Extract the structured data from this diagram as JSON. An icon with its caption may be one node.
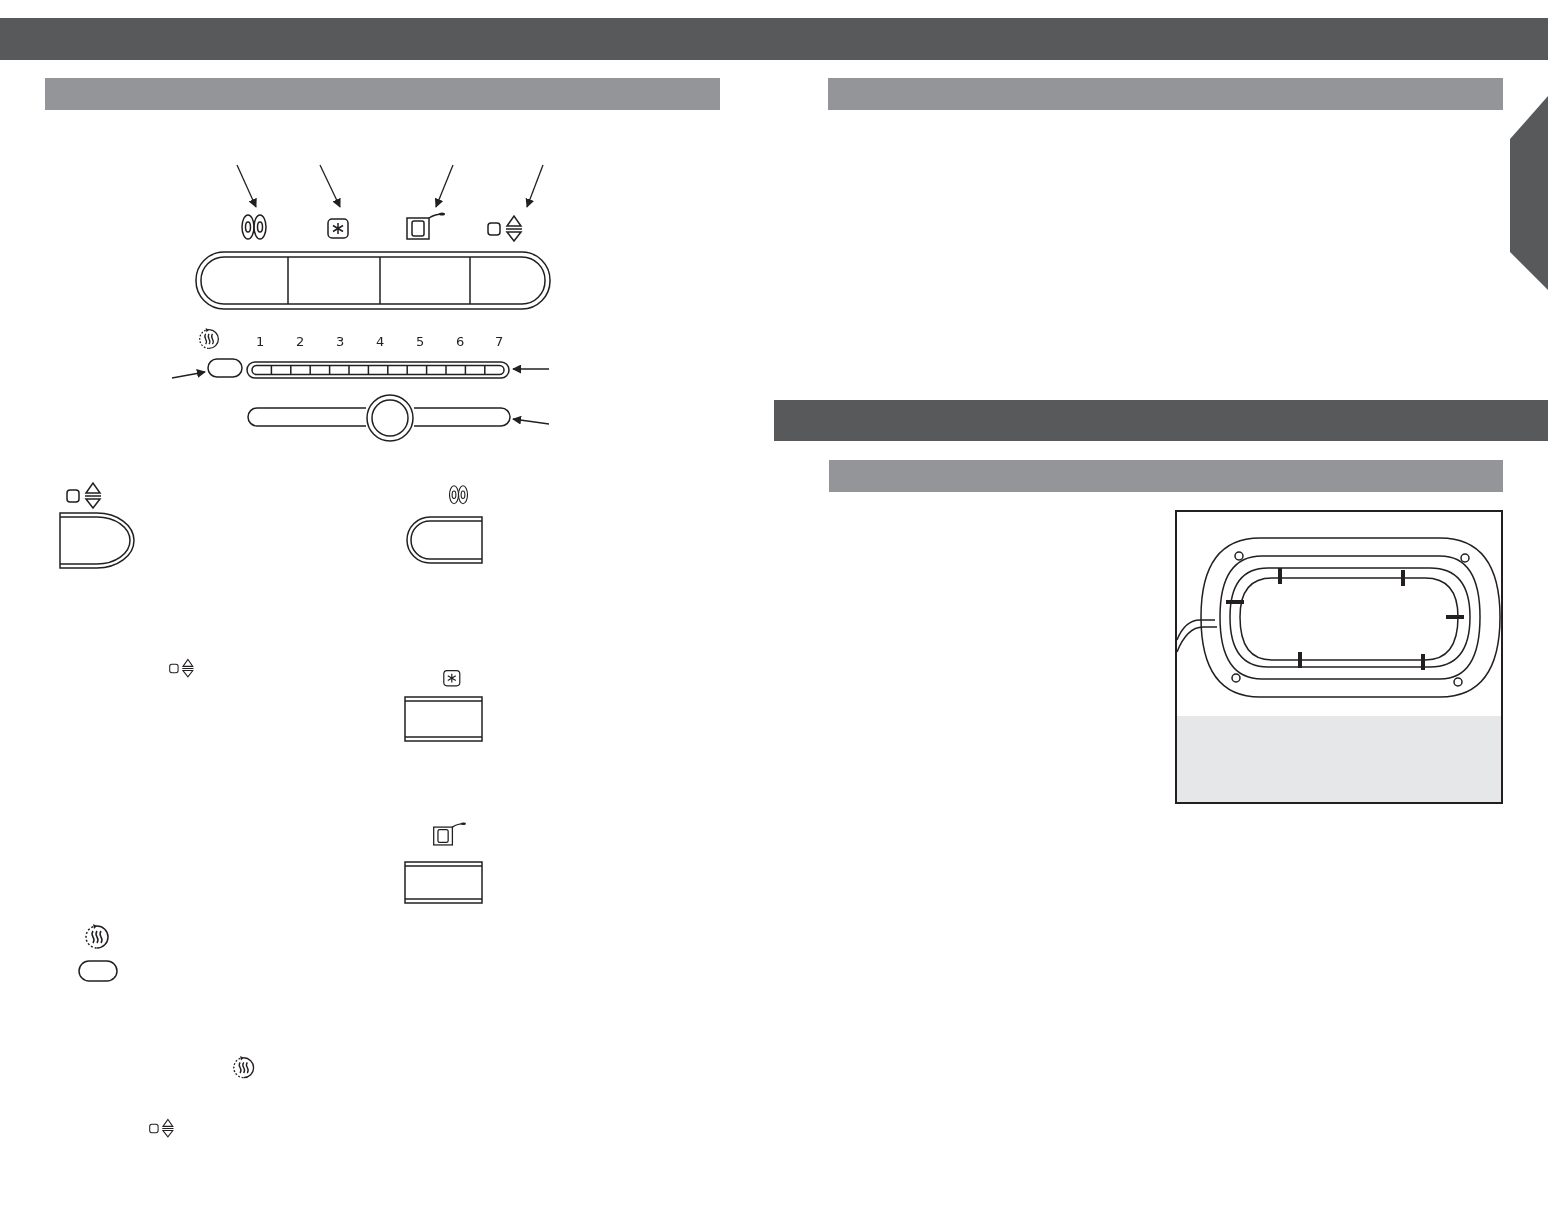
{
  "diagram": {
    "nodes": [
      {
        "text": [],
        "shape": "picture"
      },
      {
        "text": [],
        "shape": "picture"
      },
      {
        "text": [],
        "shape": "picture"
      },
      {
        "text": [],
        "shape": "picture"
      },
      {
        "text": [],
        "shape": "box"
      },
      {
        "text": [],
        "shape": "bar"
      },
      {
        "text": [],
        "shape": "bar"
      },
      {
        "text": [],
        "shape": "bar"
      },
      {
        "text": [],
        "shape": "bar"
      },
      {
        "text": [],
        "shape": "bar"
      }
    ],
    "edges": [
      {
        "from": null,
        "to": 0,
        "arrow": "to"
      },
      {
        "from": null,
        "to": 1,
        "arrow": "to"
      },
      {
        "from": null,
        "to": 2,
        "arrow": "to"
      },
      {
        "from": null,
        "to": 3,
        "arrow": "to"
      },
      {
        "from": null,
        "to": 4,
        "arrow": "to"
      },
      {
        "from": null,
        "to": 5,
        "arrow": "to"
      },
      {
        "from": null,
        "to": 6,
        "arrow": "to"
      }
    ],
    "labels": [
      "1",
      "2",
      "3",
      "4",
      "5",
      "6",
      "7"
    ]
  }
}
